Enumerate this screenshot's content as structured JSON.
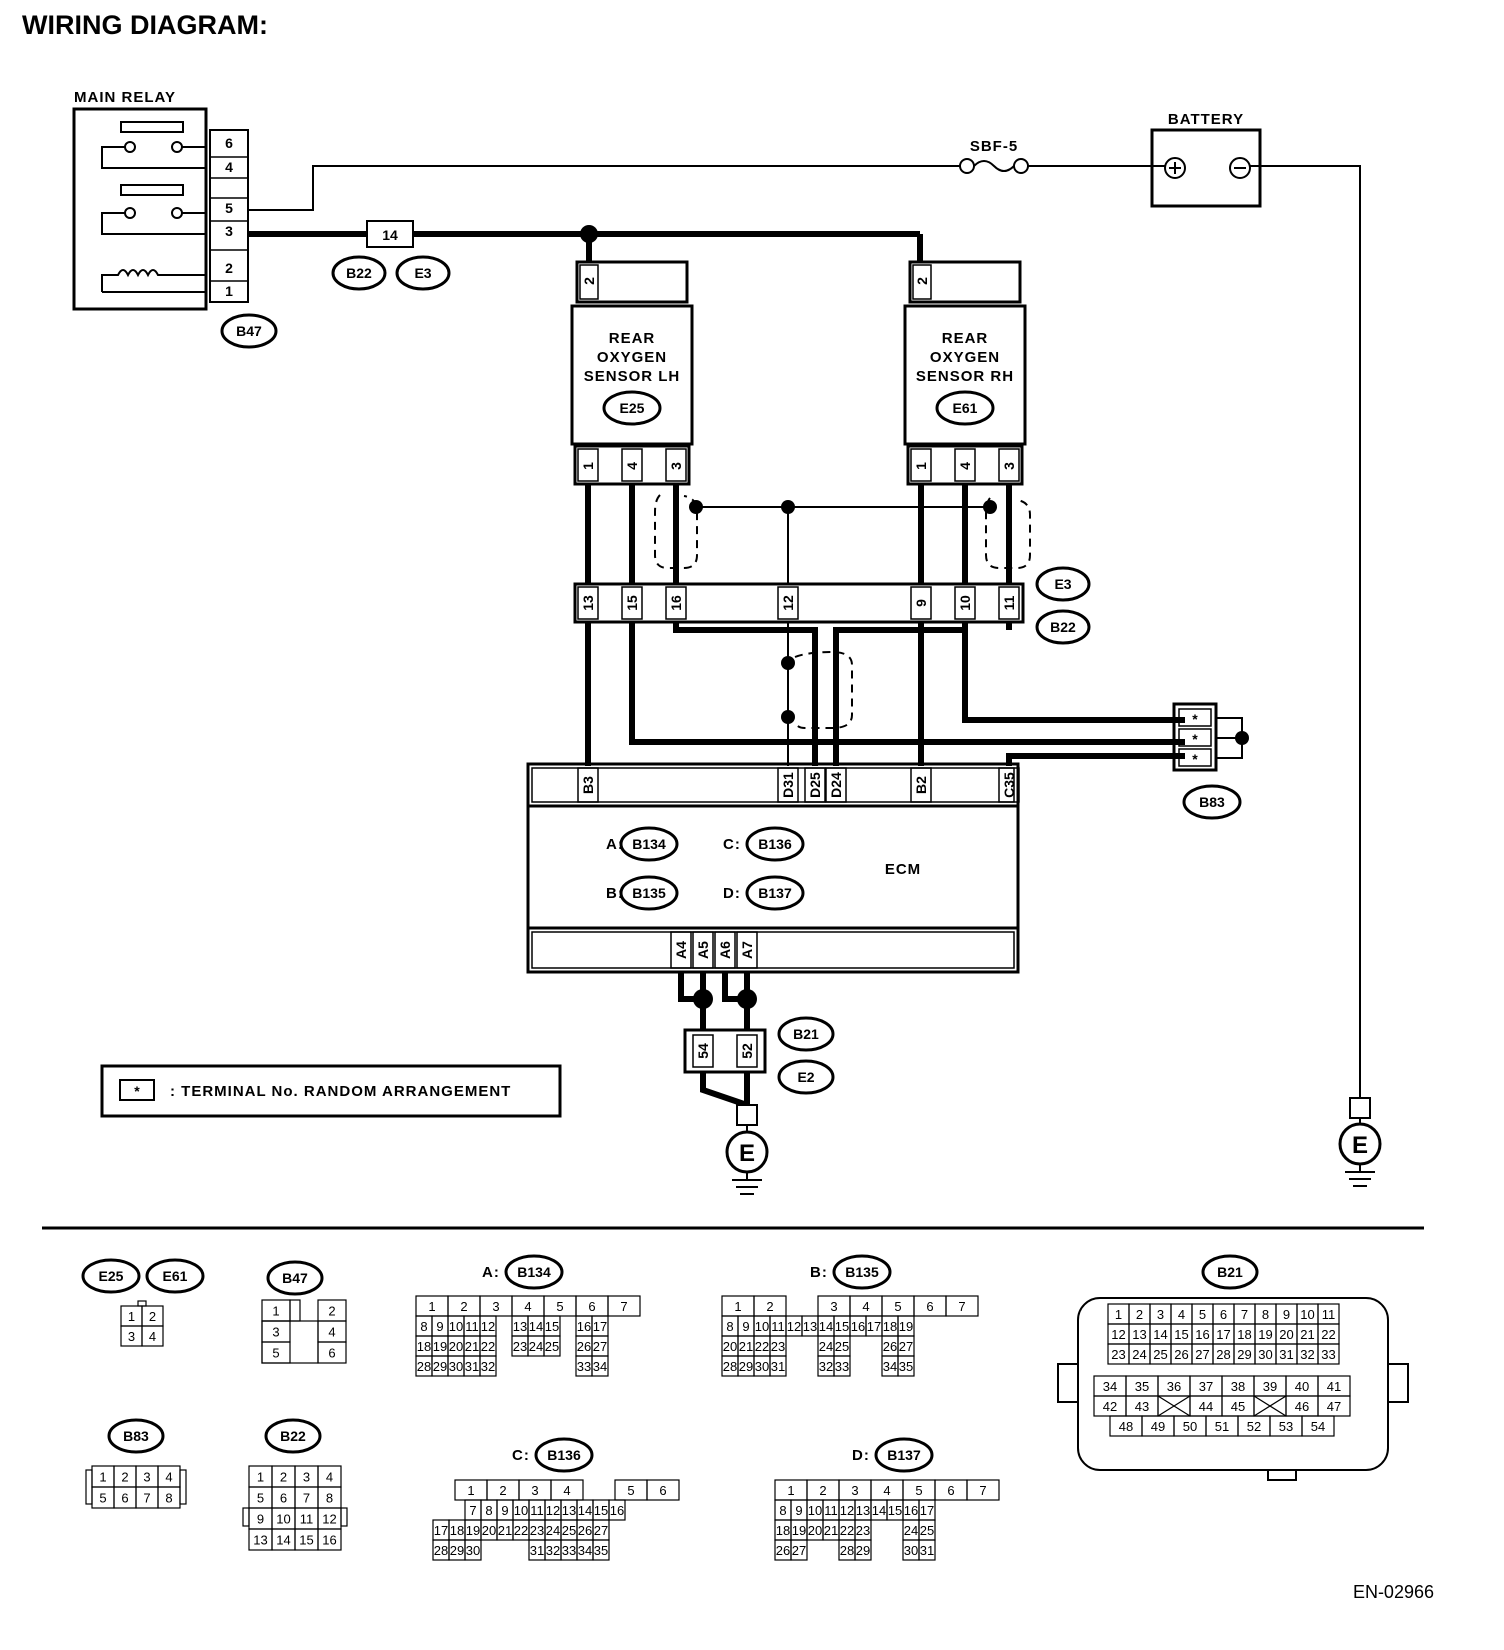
{
  "title": "WIRING DIAGRAM:",
  "main_relay": {
    "label": "MAIN RELAY",
    "connector": "B47",
    "pins": [
      "6",
      "4",
      "5",
      "3",
      "2",
      "1"
    ]
  },
  "battery": {
    "label": "BATTERY"
  },
  "fuse": {
    "label": "SBF-5"
  },
  "joint": {
    "pin": "14",
    "connectors": [
      "B22",
      "E3"
    ]
  },
  "sensor_lh": {
    "lines": [
      "REAR",
      "OXYGEN",
      "SENSOR LH"
    ],
    "connector": "E25",
    "top_pin": "2",
    "pins": [
      "1",
      "4",
      "3"
    ]
  },
  "sensor_rh": {
    "lines": [
      "REAR",
      "OXYGEN",
      "SENSOR RH"
    ],
    "connector": "E61",
    "top_pin": "2",
    "pins": [
      "1",
      "4",
      "3"
    ]
  },
  "mid_connector": {
    "pins": [
      "13",
      "15",
      "16",
      "12",
      "9",
      "10",
      "11"
    ],
    "connectors": [
      "E3",
      "B22"
    ]
  },
  "b83": {
    "connector": "B83",
    "pins": [
      "*",
      "*",
      "*"
    ]
  },
  "ecm": {
    "label": "ECM",
    "top_pins": [
      "B3",
      "D31",
      "D25",
      "D24",
      "B2",
      "C35"
    ],
    "bottom_pins": [
      "A4",
      "A5",
      "A6",
      "A7"
    ],
    "connectors": [
      {
        "letter": "A:",
        "id": "B134"
      },
      {
        "letter": "C:",
        "id": "B136"
      },
      {
        "letter": "B:",
        "id": "B135"
      },
      {
        "letter": "D:",
        "id": "B137"
      }
    ]
  },
  "ground_connector": {
    "pins": [
      "54",
      "52"
    ],
    "connectors": [
      "B21",
      "E2"
    ]
  },
  "ground_symbol": "E",
  "legend": {
    "symbol": "*",
    "text": ": TERMINAL No. RANDOM ARRANGEMENT"
  },
  "connector_views": {
    "e25_e61": {
      "ids": [
        "E25",
        "E61"
      ],
      "cells": [
        "1",
        "2",
        "3",
        "4"
      ]
    },
    "b47": {
      "id": "B47",
      "cells": [
        "1",
        "2",
        "3",
        "4",
        "5",
        "6"
      ]
    },
    "b83": {
      "id": "B83",
      "cells": [
        "1",
        "2",
        "3",
        "4",
        "5",
        "6",
        "7",
        "8"
      ]
    },
    "b22": {
      "id": "B22",
      "cells": [
        "1",
        "2",
        "3",
        "4",
        "5",
        "6",
        "7",
        "8",
        "9",
        "10",
        "11",
        "12",
        "13",
        "14",
        "15",
        "16"
      ]
    },
    "b134": {
      "id": "B134",
      "prefix": "A:"
    },
    "b135": {
      "id": "B135",
      "prefix": "B:"
    },
    "b136": {
      "id": "B136",
      "prefix": "C:"
    },
    "b137": {
      "id": "B137",
      "prefix": "D:"
    },
    "b21": {
      "id": "B21"
    }
  },
  "footer_code": "EN-02966"
}
